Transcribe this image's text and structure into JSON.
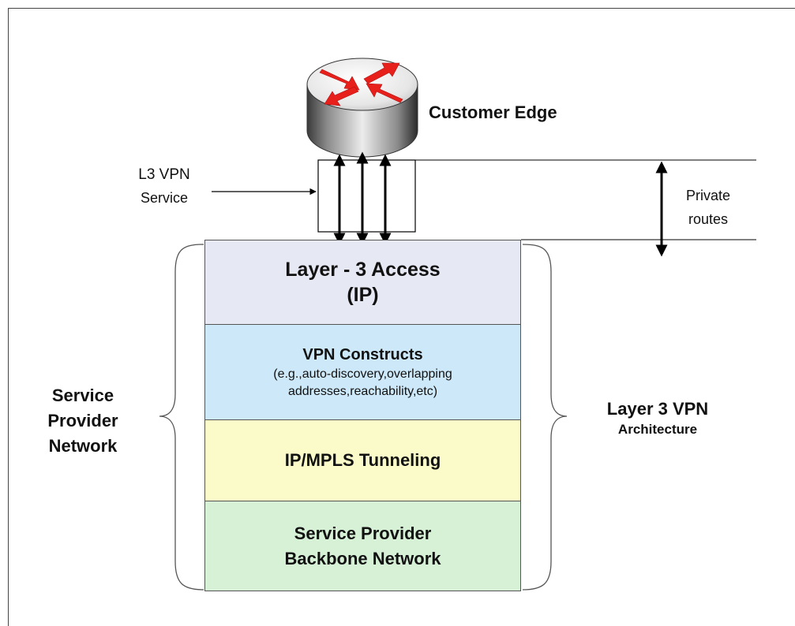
{
  "customer_edge": {
    "label": "Customer Edge"
  },
  "l3vpn_service": {
    "line1": "L3 VPN",
    "line2": "Service"
  },
  "private_routes": {
    "line1": "Private",
    "line2": "routes"
  },
  "service_provider_network": {
    "line1": "Service",
    "line2": "Provider",
    "line3": "Network"
  },
  "architecture": {
    "line1": "Layer  3 VPN",
    "line2": "Architecture"
  },
  "layers": [
    {
      "title_line1": "Layer -  3 Access",
      "title_line2": "(IP)",
      "fill": "#e6e8f4"
    },
    {
      "title": "VPN Constructs",
      "detail_line1": "(e.g.,auto-discovery,overlapping",
      "detail_line2": "addresses,reachability,etc)",
      "fill": "#cde8f8"
    },
    {
      "title": "IP/MPLS Tunneling",
      "fill": "#fbfbc9"
    },
    {
      "title_line1": "Service Provider",
      "title_line2": "Backbone Network",
      "fill": "#d6f1d6"
    }
  ],
  "colors": {
    "arrow_red": "#e8201c",
    "router_top": "#f2f2f2",
    "router_body": "#9a9a9a"
  },
  "icons": {
    "router": "router-icon"
  }
}
